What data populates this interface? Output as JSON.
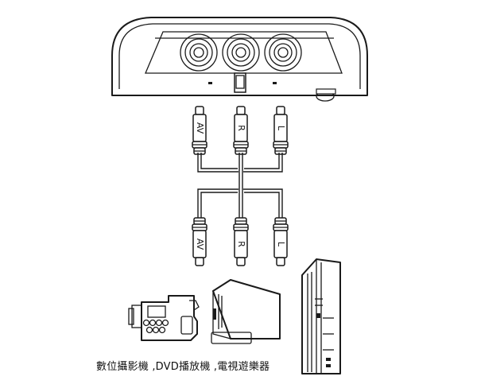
{
  "plugs_top": [
    {
      "label": "AV"
    },
    {
      "label": "R"
    },
    {
      "label": "L"
    }
  ],
  "plugs_bottom": [
    {
      "label": "AV"
    },
    {
      "label": "R"
    },
    {
      "label": "L"
    }
  ],
  "caption": "數位攝影機 ,DVD播放機 ,電視遊樂器",
  "icons": [
    "av-input-panel-icon",
    "camcorder-icon",
    "dvd-player-icon",
    "game-console-icon"
  ]
}
